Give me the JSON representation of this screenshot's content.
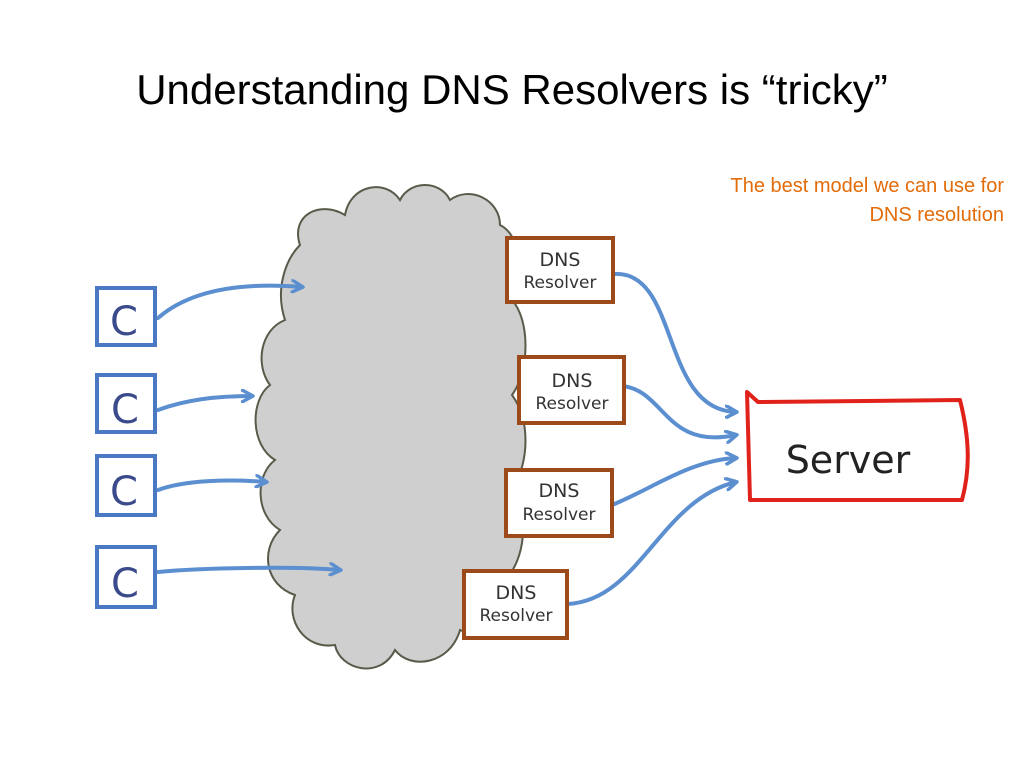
{
  "slide": {
    "title": "Understanding DNS Resolvers is “tricky”"
  },
  "note": {
    "line1": "The best model we can use for",
    "line2": "DNS resolution",
    "color": "#e36c0a"
  },
  "clients": [
    {
      "label": "C"
    },
    {
      "label": "C"
    },
    {
      "label": "C"
    },
    {
      "label": "C"
    }
  ],
  "resolvers": [
    {
      "line1": "DNS",
      "line2": "Resolver"
    },
    {
      "line1": "DNS",
      "line2": "Resolver"
    },
    {
      "line1": "DNS",
      "line2": "Resolver"
    },
    {
      "line1": "DNS",
      "line2": "Resolver"
    }
  ],
  "server": {
    "label": "Server"
  },
  "colors": {
    "client_border": "#4a78c2",
    "arrow": "#5b8fd0",
    "resolver_border": "#9c4a1a",
    "server_border": "#e0221b",
    "cloud_fill": "#cfcfcf",
    "cloud_stroke": "#5a5a4a"
  }
}
